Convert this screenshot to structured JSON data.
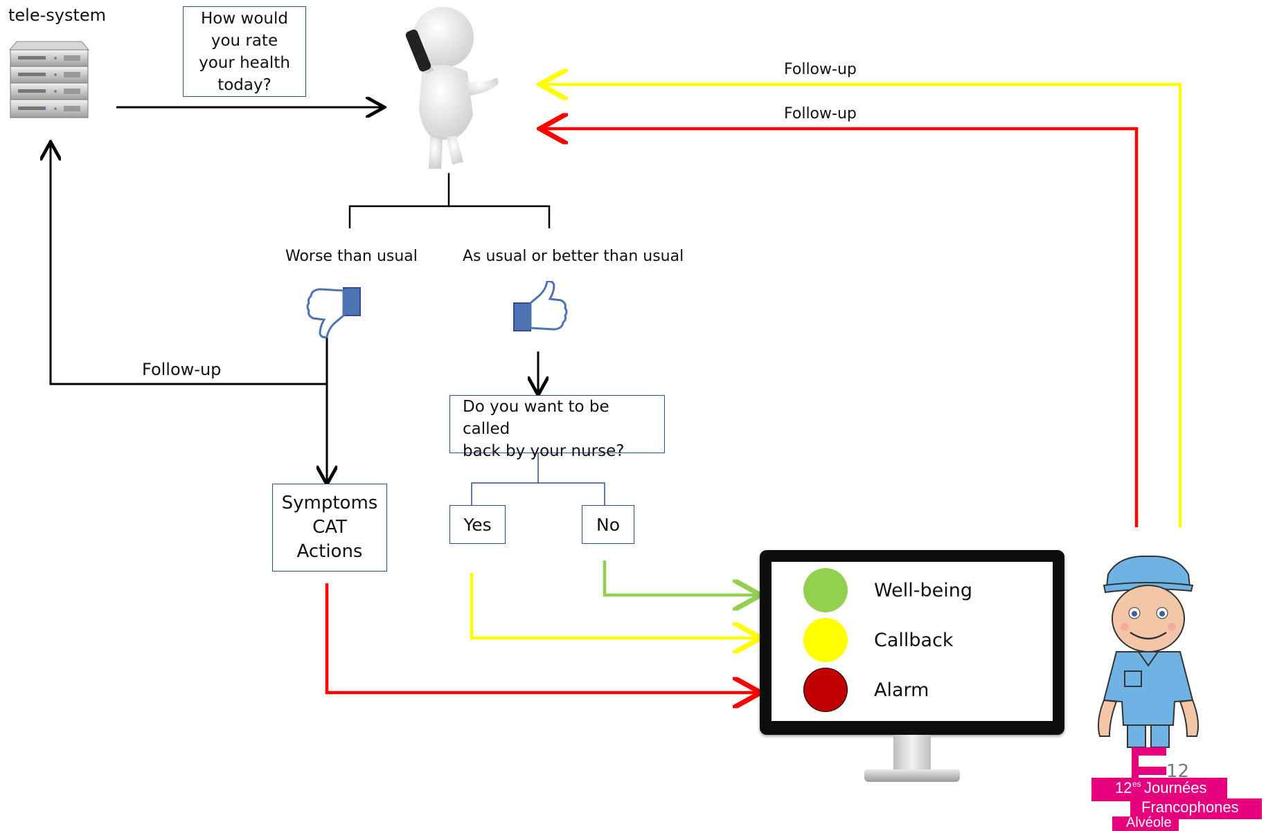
{
  "server_label": "tele-system",
  "question_lines": [
    "How would",
    "you rate",
    "your health",
    "today?"
  ],
  "follow_up_yellow": "Follow-up",
  "follow_up_red": "Follow-up",
  "follow_up_left": "Follow-up",
  "branch_worse": "Worse than usual",
  "branch_better": "As usual or better than usual",
  "callback_question_lines": [
    "Do you want to be called",
    "back by your nurse?"
  ],
  "option_yes": "Yes",
  "option_no": "No",
  "symptoms_lines": [
    "Symptoms",
    "CAT",
    "Actions"
  ],
  "statuses": [
    {
      "label": "Well-being",
      "color": "#92d050"
    },
    {
      "label": "Callback",
      "color": "#ffff00"
    },
    {
      "label": "Alarm",
      "color": "#c00000"
    }
  ],
  "colors": {
    "green": "#92d050",
    "yellow": "#ffff00",
    "red": "#ff0000",
    "black": "#000000",
    "box_border": "#2b4f9a",
    "logo": "#e6007e"
  },
  "icons": [
    "server-icon",
    "person-phone-icon",
    "thumbs-down-icon",
    "thumbs-up-icon",
    "nurse-icon",
    "monitor-icon"
  ],
  "logo_lines": [
    "12",
    "es",
    "Journées",
    "Francophones",
    "Alvéole"
  ],
  "page_number": "12"
}
